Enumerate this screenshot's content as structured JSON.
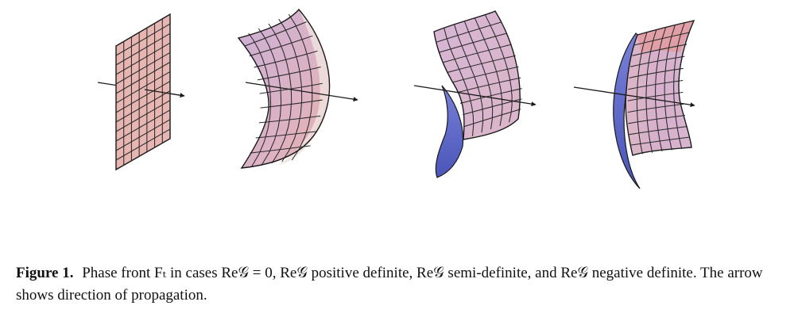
{
  "figure": {
    "panels": [
      {
        "name": "flat",
        "surface_color": "#e8b4b0"
      },
      {
        "name": "positive-definite",
        "surface_color": "#d8aec8"
      },
      {
        "name": "semi-definite",
        "surface_color": "#d8b4cc",
        "shadow_color": "#5b66c8"
      },
      {
        "name": "negative-definite",
        "surface_color": "#d8aec8",
        "shadow_color": "#5b66c8"
      }
    ]
  },
  "caption": {
    "label": "Figure 1.",
    "text": "Phase front Fₜ in cases Re𝒢 = 0, Re𝒢 positive definite, Re𝒢 semi-definite, and Re𝒢 negative definite. The arrow shows direction of propagation."
  }
}
